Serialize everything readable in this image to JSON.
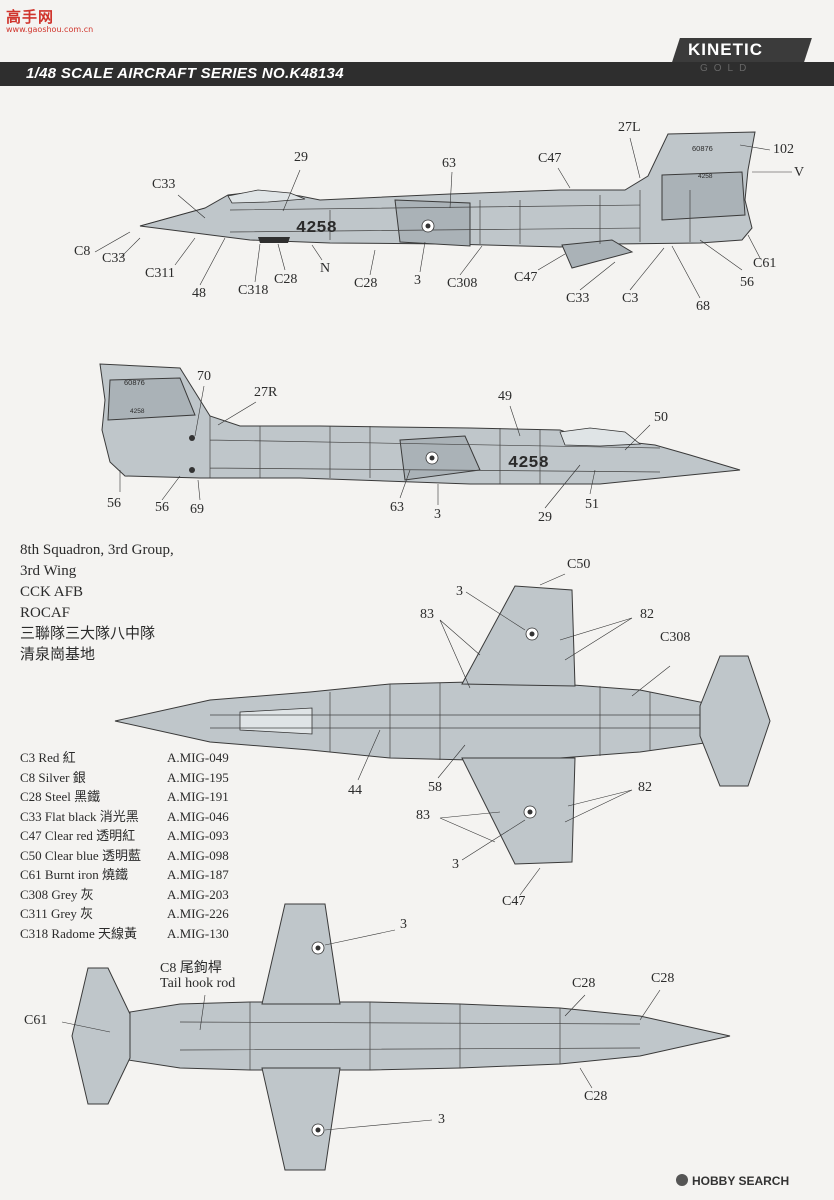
{
  "watermark": {
    "logo_text": "高手网",
    "logo_sub": "www.gaoshou.com.cn"
  },
  "header": {
    "title": "1/48 SCALE  AIRCRAFT  SERIES NO.K48134",
    "brand": "KINETIC",
    "brand_sub": "GOLD"
  },
  "aircraft": {
    "serial_number": "4258",
    "tail_number": "60876",
    "small_code": "4258"
  },
  "callouts": {
    "left_view": [
      "29",
      "63",
      "C47",
      "27L",
      "102",
      "V",
      "C33",
      "C8",
      "C33",
      "C311",
      "48",
      "C318",
      "C28",
      "N",
      "C28",
      "3",
      "C308",
      "C47",
      "C33",
      "C3",
      "68",
      "56",
      "C61"
    ],
    "right_view": [
      "70",
      "27R",
      "49",
      "50",
      "56",
      "56",
      "69",
      "63",
      "3",
      "29",
      "51"
    ],
    "top_view": [
      "C50",
      "3",
      "83",
      "82",
      "C308",
      "44",
      "58",
      "82",
      "83",
      "3",
      "C47"
    ],
    "bottom_view": [
      "3",
      "C8 尾鉤桿",
      "Tail hook rod",
      "C28",
      "C28",
      "C61",
      "C28",
      "3"
    ]
  },
  "unit": {
    "lines": [
      "8th Squadron, 3rd Group,",
      "3rd Wing",
      "CCK AFB",
      "ROCAF",
      "三聯隊三大隊八中隊",
      "清泉崗基地"
    ]
  },
  "paints": [
    {
      "name": "C3 Red 紅",
      "code": "A.MIG-049"
    },
    {
      "name": "C8 Silver 銀",
      "code": "A.MIG-195"
    },
    {
      "name": "C28 Steel 黑鐵",
      "code": "A.MIG-191"
    },
    {
      "name": "C33 Flat black 消光黑",
      "code": "A.MIG-046"
    },
    {
      "name": "C47 Clear red 透明紅",
      "code": "A.MIG-093"
    },
    {
      "name": "C50 Clear blue 透明藍",
      "code": "A.MIG-098"
    },
    {
      "name": "C61 Burnt iron 燒鐵",
      "code": "A.MIG-187"
    },
    {
      "name": "C308 Grey 灰",
      "code": "A.MIG-203"
    },
    {
      "name": "C311 Grey 灰",
      "code": "A.MIG-226"
    },
    {
      "name": "C318 Radome 天線黃",
      "code": "A.MIG-130"
    }
  ],
  "footer": {
    "text": "HOBBY SEARCH"
  }
}
